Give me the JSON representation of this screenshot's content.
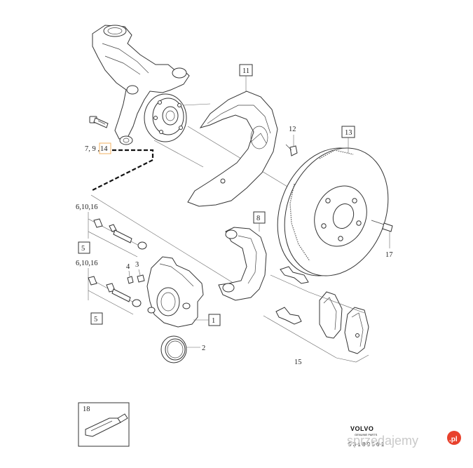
{
  "callouts": {
    "c11": "11",
    "c12": "12",
    "c13": "13",
    "c8": "8",
    "c17": "17",
    "c7914_prefix": "7, 9 ,",
    "c14": "14",
    "c61016_top": "6,10,16",
    "c5_top": "5",
    "c61016_mid": "6,10,16",
    "c4": "4",
    "c3": "3",
    "c5_bottom": "5",
    "c1": "1",
    "c2": "2",
    "c15": "15",
    "c18": "18"
  },
  "brand": {
    "name": "VOLVO",
    "sub": "GENUINE PARTS",
    "ref": "5 3 1 8 9 5 6 1"
  },
  "watermark": {
    "text": "sprzedajemy",
    "suffix": ".pl"
  },
  "colors": {
    "line": "#333333",
    "highlight_box": "#f0b060",
    "watermark_badge": "#e8412c"
  }
}
